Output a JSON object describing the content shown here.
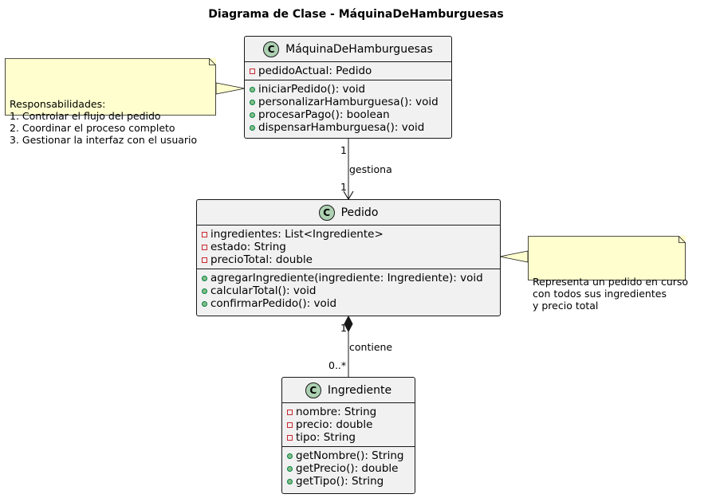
{
  "title": "Diagrama de Clase - MáquinaDeHamburguesas",
  "colors": {
    "class_fill": "#f1f1f1",
    "class_border": "#181818",
    "class_badge": "#add1b2",
    "note_fill": "#fefece",
    "private_marker": "#c82930",
    "public_marker": "#038048"
  },
  "classes": {
    "maquina": {
      "badge": "C",
      "name": "MáquinaDeHamburguesas",
      "attributes": [
        "pedidoActual: Pedido"
      ],
      "methods": [
        "iniciarPedido(): void",
        "personalizarHamburguesa(): void",
        "procesarPago(): boolean",
        "dispensarHamburguesa(): void"
      ]
    },
    "pedido": {
      "badge": "C",
      "name": "Pedido",
      "attributes": [
        "ingredientes: List<Ingrediente>",
        "estado: String",
        "precioTotal: double"
      ],
      "methods": [
        "agregarIngrediente(ingrediente: Ingrediente): void",
        "calcularTotal(): void",
        "confirmarPedido(): void"
      ]
    },
    "ingrediente": {
      "badge": "C",
      "name": "Ingrediente",
      "attributes": [
        "nombre: String",
        "precio: double",
        "tipo: String"
      ],
      "methods": [
        "getNombre(): String",
        "getPrecio(): double",
        "getTipo(): String"
      ]
    }
  },
  "notes": {
    "responsabilidades": "Responsabilidades:\n1. Controlar el flujo del pedido\n2. Coordinar el proceso completo\n3. Gestionar la interfaz con el usuario",
    "pedido": "Representa un pedido en curso\ncon todos sus ingredientes\ny precio total"
  },
  "relations": {
    "gestiona": {
      "label": "gestiona",
      "source_mult": "1",
      "target_mult": "1"
    },
    "contiene": {
      "label": "contiene",
      "source_mult": "1",
      "target_mult": "0..*"
    }
  }
}
